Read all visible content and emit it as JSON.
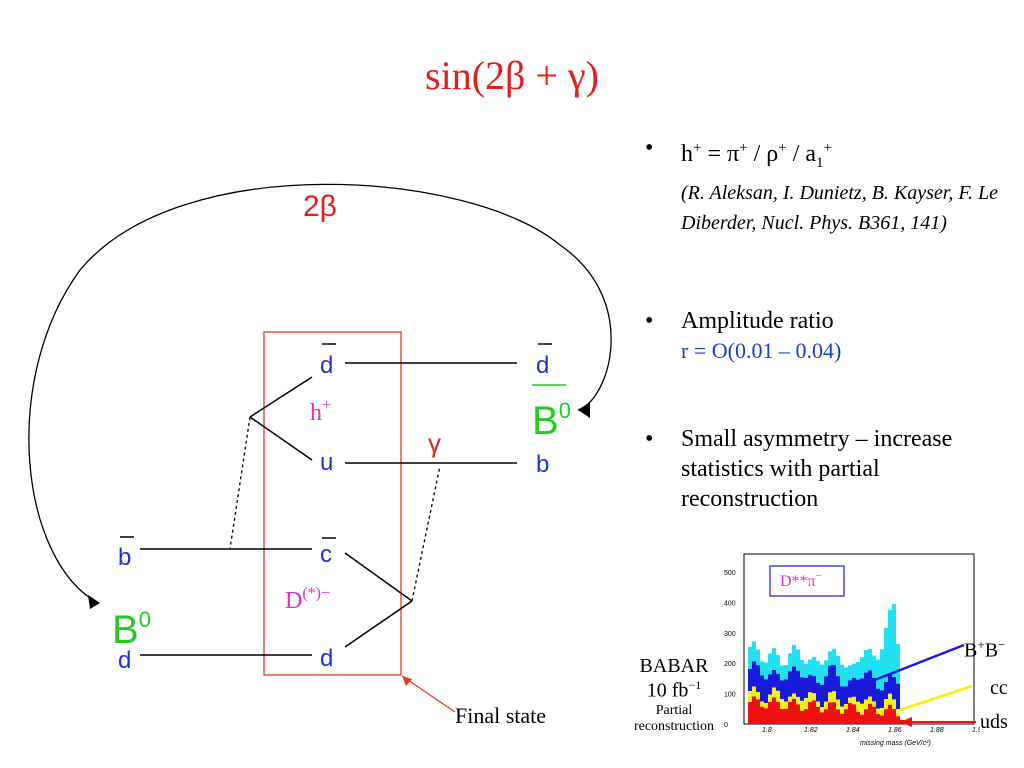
{
  "title": "sin(2β + γ)",
  "diagram": {
    "two_beta": "2β",
    "gamma": "γ",
    "h_plus": "h",
    "h_plus_sup": "+",
    "d_meson": "D",
    "d_meson_sup": "(*)−",
    "b0_left": "B",
    "b0_left_sup": "0",
    "b0_right": "B",
    "b0_right_sup": "0",
    "quark_bbar": "b",
    "quark_d_left": "d",
    "quark_dbar_top": "d",
    "quark_u": "u",
    "quark_cbar": "c",
    "quark_d_bottom": "d",
    "quark_dbar_right": "d",
    "quark_b_right": "b",
    "final_state": "Final state"
  },
  "bullets": [
    {
      "main_prefix": "h",
      "main_sup1": "+",
      "main_mid": " = π",
      "main_sup2": "+",
      "main_mid2": " / ρ",
      "main_sup3": "+",
      "main_mid3": " / a",
      "main_sub": "1",
      "main_sup4": "+",
      "reference": "(R. Aleksan, I. Dunietz, B. Kayser, F. Le Diberder, Nucl. Phys. B361, 141)"
    },
    {
      "main": "Amplitude ratio",
      "detail": "r = O(0.01 – 0.04)"
    },
    {
      "main": "Small asymmetry – increase statistics with partial reconstruction"
    }
  ],
  "plot": {
    "legend": "D**π",
    "legend_sup": "−",
    "y_ticks": [
      "500",
      "400",
      "300",
      "200",
      "100",
      "0"
    ],
    "x_ticks": [
      "1.8",
      "1.82",
      "1.84",
      "1.86",
      "1.88",
      "1.9"
    ],
    "x_label": "missing mass (GeV/c²)",
    "babar": "BABAR",
    "lumi": "10 fb",
    "lumi_sup": "−1",
    "caption_line1": "Partial",
    "caption_line2": "reconstruction",
    "label_bb": "B",
    "label_bb_sup1": "+",
    "label_bb_2": "B",
    "label_bb_sup2": "−",
    "label_cc": "cc",
    "label_uds": "uds",
    "colors": {
      "cyan": "#22e0f0",
      "blue": "#1a1adb",
      "yellow": "#f2f21a",
      "red": "#ee1111"
    }
  }
}
